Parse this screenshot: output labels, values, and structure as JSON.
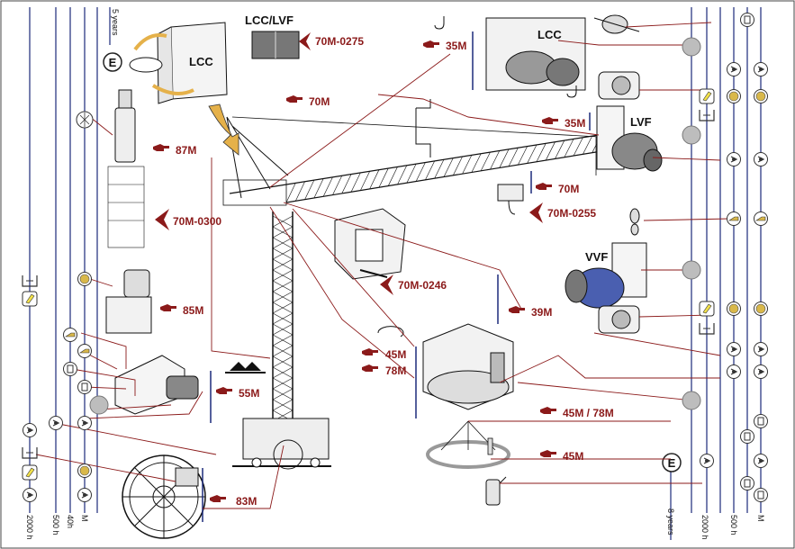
{
  "colors": {
    "accent": "#8b1a1a",
    "rail": "#1c2a7a",
    "leader": "#8b1a1a",
    "grey": "#bdbdbd",
    "gold": "#d9b84a",
    "yellow": "#f2e14a"
  },
  "icons": {
    "pointer": "pointing-hand-icon",
    "service": "grease-point-icon",
    "check": "inspection-icon",
    "oil": "oil-can-icon"
  },
  "labels": {
    "lcc_lvf": "LCC/LVF",
    "lcc_top": "LCC",
    "lcc_left": "LCC",
    "lvf": "LVF",
    "vvf": "VVF",
    "five_years": "5 years",
    "eight_years": "8 years",
    "e_left": "E",
    "e_right": "E"
  },
  "refs": {
    "r_70m_0275": "70M-0275",
    "r_35m_top": "35M",
    "r_70m_jib": "70M",
    "r_35m_mid": "35M",
    "r_87m": "87M",
    "r_70m_hook": "70M",
    "r_70m_0255": "70M-0255",
    "r_70m_0300": "70M-0300",
    "r_70m_0246": "70M-0246",
    "r_39m": "39M",
    "r_85m": "85M",
    "r_45m": "45M",
    "r_78m": "78M",
    "r_55m": "55M",
    "r_45m_78m": "45M / 78M",
    "r_45m_ring": "45M",
    "r_83m": "83M"
  },
  "scale_left": [
    "2000 h",
    "500 h",
    "40h",
    "M"
  ],
  "scale_right": [
    "2000 h",
    "500 h",
    "M"
  ]
}
